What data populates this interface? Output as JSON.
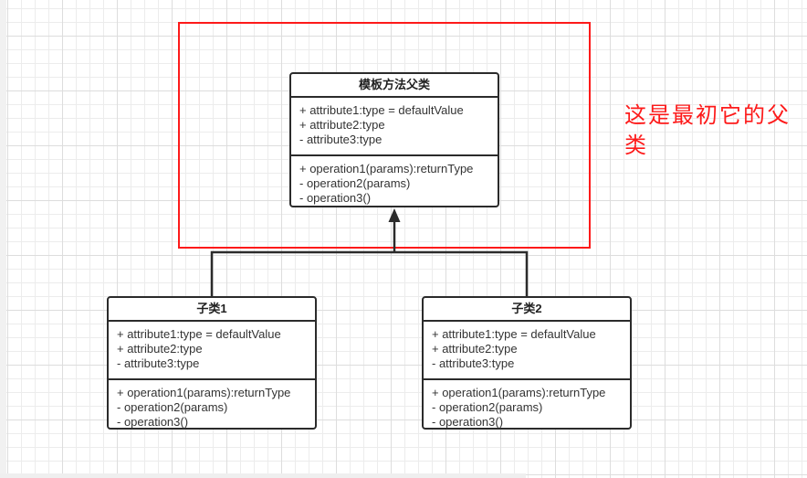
{
  "canvas": {
    "background": "#ffffff",
    "grid_minor_color": "#ececec",
    "grid_major_color": "#dddddd",
    "page_edge_color": "#f1f1f1"
  },
  "connector": {
    "color": "#2b2b2b"
  },
  "highlight": {
    "color": "#fd1a1a"
  },
  "annotation": {
    "text": "这是最初它的父类",
    "color": "#fd1a1a"
  },
  "classes": {
    "parent": {
      "title": "模板方法父类",
      "attributes": [
        "+ attribute1:type = defaultValue",
        "+ attribute2:type",
        "- attribute3:type"
      ],
      "operations": [
        "+ operation1(params):returnType",
        "- operation2(params)",
        "- operation3()"
      ]
    },
    "child1": {
      "title": "子类1",
      "attributes": [
        "+ attribute1:type = defaultValue",
        "+ attribute2:type",
        "- attribute3:type"
      ],
      "operations": [
        "+ operation1(params):returnType",
        "- operation2(params)",
        "- operation3()"
      ]
    },
    "child2": {
      "title": "子类2",
      "attributes": [
        "+ attribute1:type = defaultValue",
        "+ attribute2:type",
        "- attribute3:type"
      ],
      "operations": [
        "+ operation1(params):returnType",
        "- operation2(params)",
        "- operation3()"
      ]
    }
  }
}
